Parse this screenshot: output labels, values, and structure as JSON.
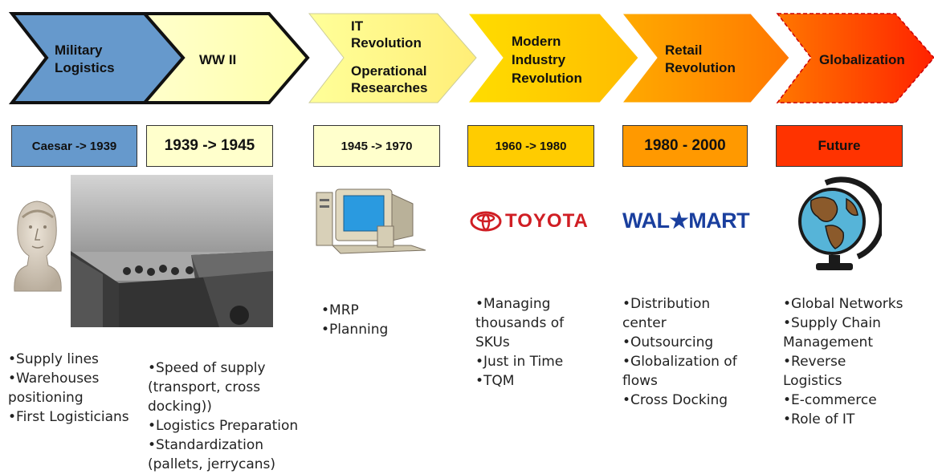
{
  "eras": [
    {
      "title": "Military Logistics",
      "title_lines": [
        "Military",
        "Logistics"
      ],
      "period": "Caesar -> 1939",
      "color": "#6699cc",
      "bullets": [
        "Supply lines",
        "Warehouses positioning",
        "First Logisticians"
      ]
    },
    {
      "title": "WW II",
      "title_lines": [
        "WW II"
      ],
      "period": "1939 -> 1945",
      "color": "#ffffcc",
      "bullets": [
        "Speed of supply (transport, cross docking))",
        "Logistics Preparation",
        "Standardization (pallets, jerrycans)"
      ]
    },
    {
      "title": "IT Revolution Operational Researches",
      "title_lines": [
        "IT",
        "Revolution",
        "",
        "Operational",
        "Researches"
      ],
      "period": "1945 -> 1970",
      "color": "#ffff99",
      "bullets": [
        "MRP",
        "Planning"
      ]
    },
    {
      "title": "Modern Industry Revolution",
      "title_lines": [
        "Modern",
        "Industry",
        "Revolution"
      ],
      "period": "1960 -> 1980",
      "color": "#ffcc00",
      "bullets": [
        "Managing thousands of SKUs",
        "Just in Time",
        "TQM"
      ]
    },
    {
      "title": "Retail Revolution",
      "title_lines": [
        "Retail",
        "Revolution"
      ],
      "period": "1980 - 2000",
      "color": "#ff9900",
      "bullets": [
        "Distribution center",
        "Outsourcing",
        "Globalization of flows",
        "Cross Docking"
      ]
    },
    {
      "title": "Globalization",
      "title_lines": [
        "Globalization"
      ],
      "period": "Future",
      "color": "#ff3300",
      "bullets": [
        "Global Networks",
        "Supply Chain Management",
        "Reverse Logistics",
        "E-commerce",
        "Role of IT"
      ]
    }
  ],
  "logos": {
    "toyota": "TOYOTA",
    "walmart": "WAL★MART"
  },
  "images": [
    "caesar-bust",
    "ww2-landing-craft-photo",
    "computer-clipart",
    "toyota-logo",
    "walmart-logo",
    "globe-clipart"
  ]
}
